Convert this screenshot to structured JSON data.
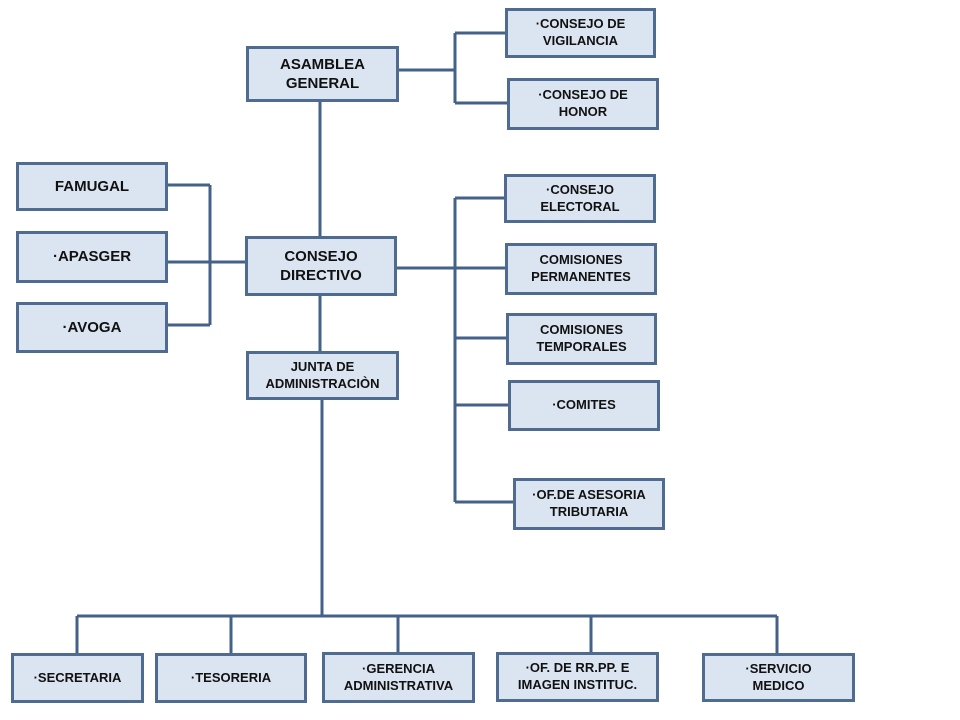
{
  "nodes": {
    "asamblea": "ASAMBLEA\nGENERAL",
    "vigilancia": "·CONSEJO DE\nVIGILANCIA",
    "honor": "·CONSEJO DE\nHONOR",
    "famugal": "FAMUGAL",
    "apasger": "·APASGER",
    "avoga": "·AVOGA",
    "directivo": "CONSEJO\nDIRECTIVO",
    "electoral": "·CONSEJO\nELECTORAL",
    "permanentes": "COMISIONES\nPERMANENTES",
    "temporales": "COMISIONES\nTEMPORALES",
    "comites": "·COMITES",
    "asesoria": "·OF.DE ASESORIA\nTRIBUTARIA",
    "junta": "JUNTA DE\nADMINISTRACIÒN",
    "secretaria": "·SECRETARIA",
    "tesoreria": "·TESORERIA",
    "gerencia": "·GERENCIA\nADMINISTRATIVA",
    "rrpp": "·OF. DE RR.PP. E\nIMAGEN INSTITUC.",
    "medico": "·SERVICIO\nMEDICO"
  },
  "colors": {
    "box_fill": "#dbe5f1",
    "box_border": "#4f6b8f",
    "connector": "#44618a",
    "text": "#111111"
  }
}
